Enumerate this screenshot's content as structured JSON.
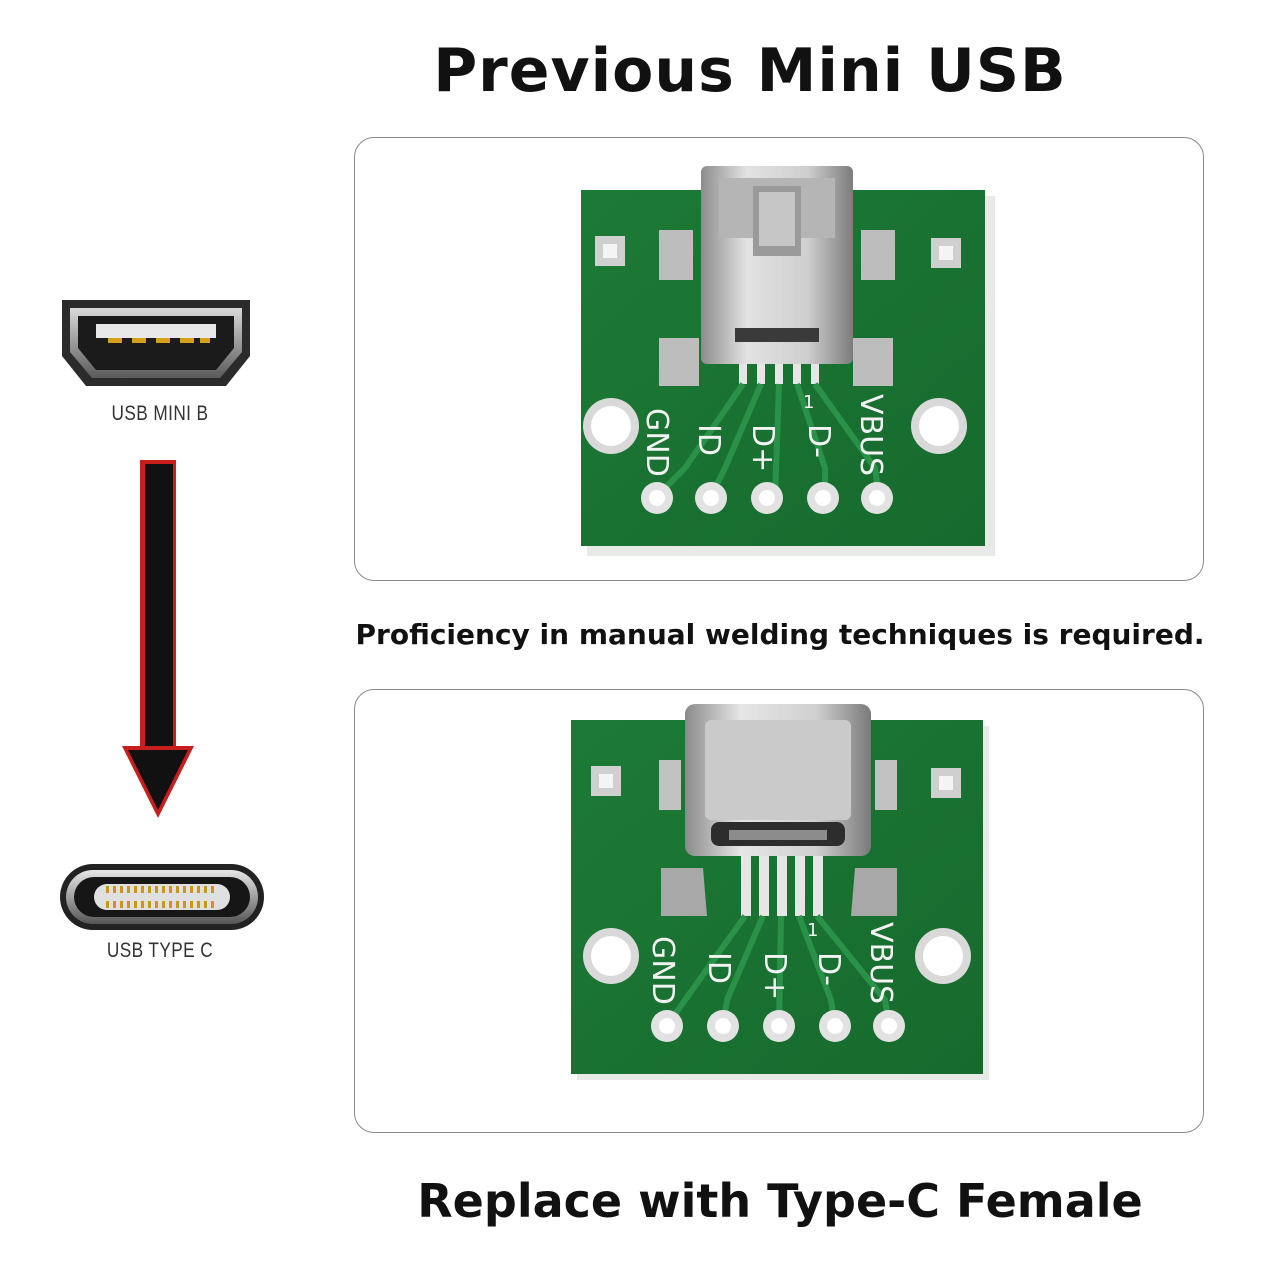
{
  "heading_top": "Previous Mini USB",
  "note": "Proficiency in manual welding techniques is required.",
  "heading_bottom": "Replace with Type-C Female",
  "left_column": {
    "mini_label": "USB MINI B",
    "typec_label": "USB TYPE C"
  },
  "board_pins": [
    "GND",
    "ID",
    "D+",
    "D-",
    "VBUS"
  ],
  "pin1_marker": "1",
  "colors": {
    "pcb_green": "#1f7f3a",
    "arrow_red": "#c81e1e",
    "arrow_black": "#111111",
    "text": "#111111"
  }
}
